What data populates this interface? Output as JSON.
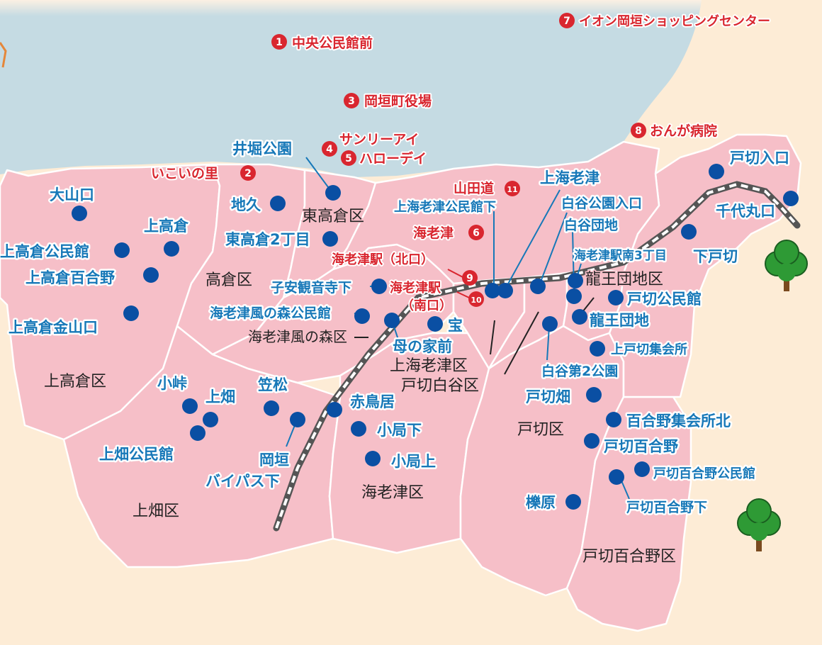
{
  "colors": {
    "sea_top": "#fbf0e3",
    "sea": "#c5dbe3",
    "land": "#fdecd6",
    "district_fill": "#f6bfc8",
    "district_border": "#ffffff",
    "stop_dot": "#0a4fa3",
    "stop_label": "#1778b8",
    "facility": "#d9262f",
    "district_label": "#222222",
    "rail_outer": "#555555",
    "rail_inner": "#ffffff",
    "tree_leaf": "#2e9a35",
    "tree_trunk": "#7a4a1f"
  },
  "facilities": [
    {
      "num": "1",
      "label": "中央公民館前"
    },
    {
      "num": "2",
      "label": "いこいの里"
    },
    {
      "num": "3",
      "label": "岡垣町役場"
    },
    {
      "num": "4",
      "label": "サンリーアイ"
    },
    {
      "num": "5",
      "label": "ハローデイ"
    },
    {
      "num": "6",
      "label": "海老津"
    },
    {
      "num": "7",
      "label": "イオン岡垣ショッピングセンター"
    },
    {
      "num": "8",
      "label": "おんが病院"
    },
    {
      "num": "9",
      "label": "海老津駅（北口）"
    },
    {
      "num": "10",
      "label": "海老津駅",
      "label2": "（南口）"
    },
    {
      "num": "11",
      "label": "山田道"
    }
  ],
  "stops": {
    "ohoriyama": "大山口",
    "kamitakakura": "上高倉",
    "kamitakakura_kominkan": "上高倉公民館",
    "kamitakakura_yurino": "上高倉百合野",
    "kamitakakura_kanayamaguchi": "上高倉金山口",
    "ihori_koen": "井堀公園",
    "jiku": "地久",
    "higashitakakura_2": "東高倉2丁目",
    "koyasu_kannon": "子安観音寺下",
    "ebitsu_kazenomori": "海老津風の森公民館",
    "haha_no_ie": "母の家前",
    "takara": "宝",
    "kamiebitsu_kominkan": "上海老津公民館下",
    "kamiebitsu": "上海老津",
    "shiratani_koen_iriguchi": "白谷公園入口",
    "shiratani_danchi": "白谷団地",
    "ebitsu_minami_3": "海老津駅南3丁目",
    "ryuo_danchi": "龍王団地",
    "tobiki_iriguchi": "戸切入口",
    "chiyomaruguchi": "千代丸口",
    "shimotobiki": "下戸切",
    "tobiki_kominkan": "戸切公民館",
    "kamitobiki_shukaijo": "上戸切集会所",
    "shiratani_2_koen": "白谷第2公園",
    "tobiki_hata": "戸切畑",
    "yurino_shukaijo_kita": "百合野集会所北",
    "tobiki_yurino": "戸切百合野",
    "tobiki_yurino_kominkan": "戸切百合野公民館",
    "tobiki_yurino_shita": "戸切百合野下",
    "kunugihara": "櫟原",
    "kotoge": "小峠",
    "kamihata": "上畑",
    "kamihata_kominkan": "上畑公民館",
    "kasamatsu": "笠松",
    "okagaki": "岡垣",
    "bypass_shita": "バイパス下",
    "akatorii": "赤鳥居",
    "kotsubone_shita": "小局下",
    "kotsubone_kami": "小局上"
  },
  "districts": {
    "higashitakakura": "東高倉区",
    "takakura": "高倉区",
    "kazenomori": "海老津風の森区",
    "ryuo_danchi": "龍王団地区",
    "kamiebitsu": "上海老津区",
    "tobiki_shiratani": "戸切白谷区",
    "tobiki": "戸切区",
    "kamitakakura": "上高倉区",
    "kamihata": "上畑区",
    "ebitsu": "海老津区",
    "tobiki_yurino": "戸切百合野区"
  }
}
